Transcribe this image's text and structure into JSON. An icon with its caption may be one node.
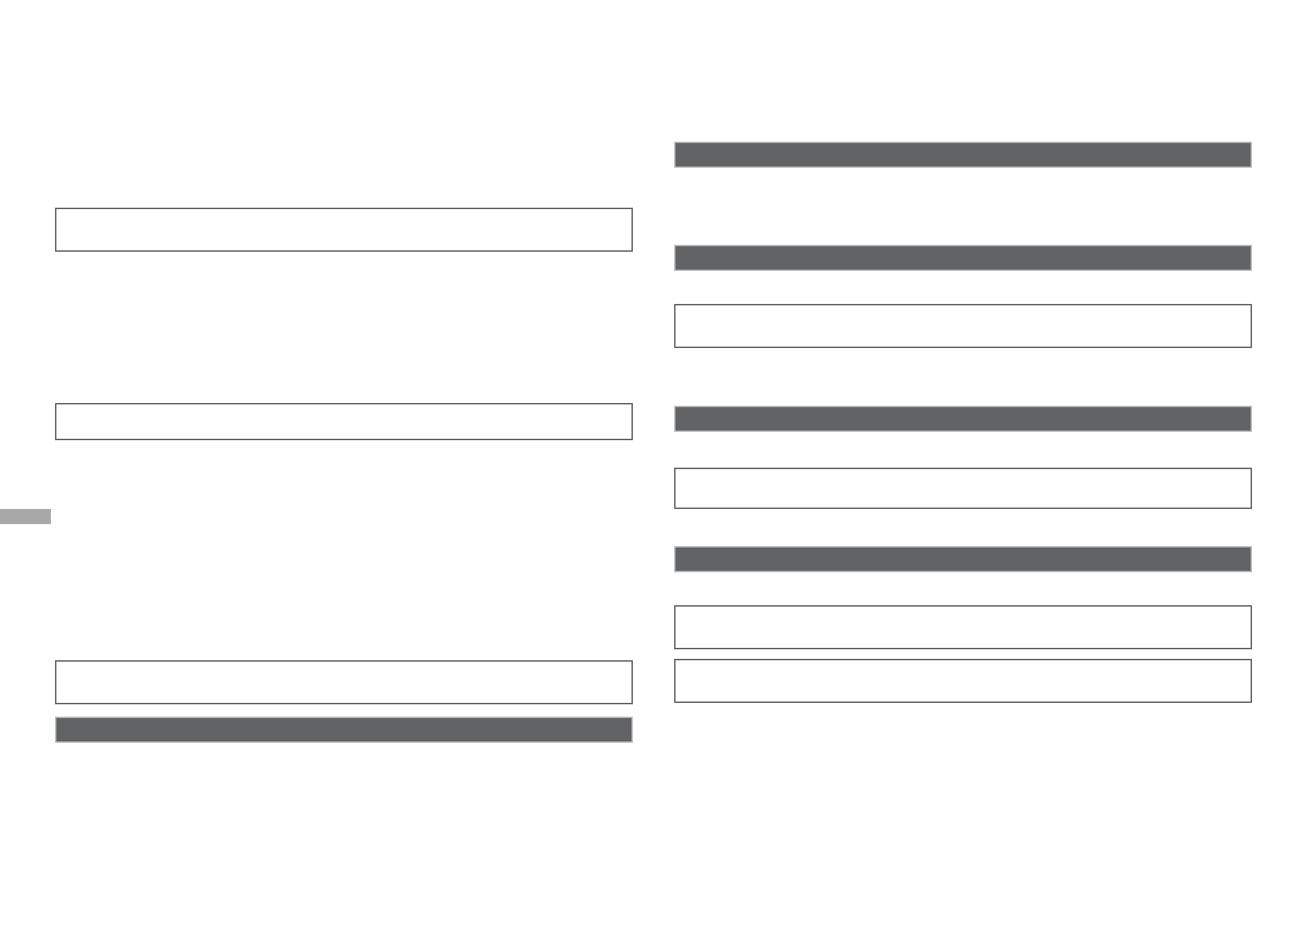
{
  "diagram": {
    "nodes": [
      {
        "text": [],
        "shape": "box"
      },
      {
        "text": [],
        "shape": "box"
      },
      {
        "text": [],
        "shape": "box"
      },
      {
        "text": [],
        "shape": "bar"
      },
      {
        "text": [],
        "shape": "bar"
      },
      {
        "text": [],
        "shape": "bar"
      },
      {
        "text": [],
        "shape": "box"
      },
      {
        "text": [],
        "shape": "bar"
      },
      {
        "text": [],
        "shape": "box"
      },
      {
        "text": [],
        "shape": "bar"
      },
      {
        "text": [],
        "shape": "box"
      },
      {
        "text": [],
        "shape": "box"
      }
    ]
  }
}
